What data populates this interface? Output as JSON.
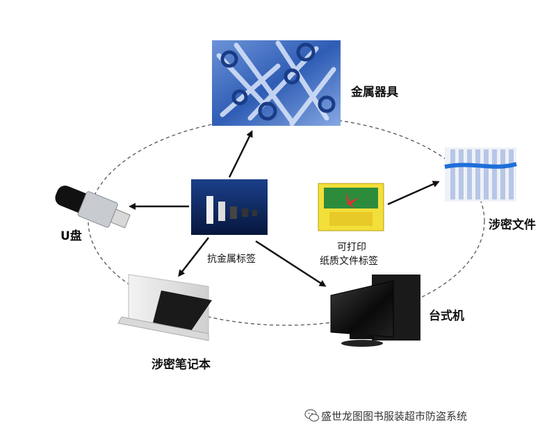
{
  "items": {
    "metal_tools": "金属器具",
    "classified_docs": "涉密文件",
    "usb": "U盘",
    "anti_metal_tag": "抗金属标签",
    "printable_tag_line1": "可打印",
    "printable_tag_line2": "纸质文件标签",
    "desktop": "台式机",
    "laptop": "涉密笔记本"
  },
  "footer": {
    "text": "盛世龙图图书服装超市防盗系统"
  },
  "icons": {
    "metal_tools": "wrench-pile-image",
    "classified_docs": "file-folders-image",
    "usb": "usb-drive-image",
    "anti_metal_tag": "rfid-tags-image",
    "printable_tag": "paper-label-image",
    "desktop": "desktop-monitor-image",
    "laptop": "laptop-image",
    "footer": "wechat-icon"
  },
  "colors": {
    "arrow": "#111111",
    "dashed_ring": "#555555",
    "tools_blue": "#3a6fc9",
    "tag_panel": "#0d2a66"
  }
}
